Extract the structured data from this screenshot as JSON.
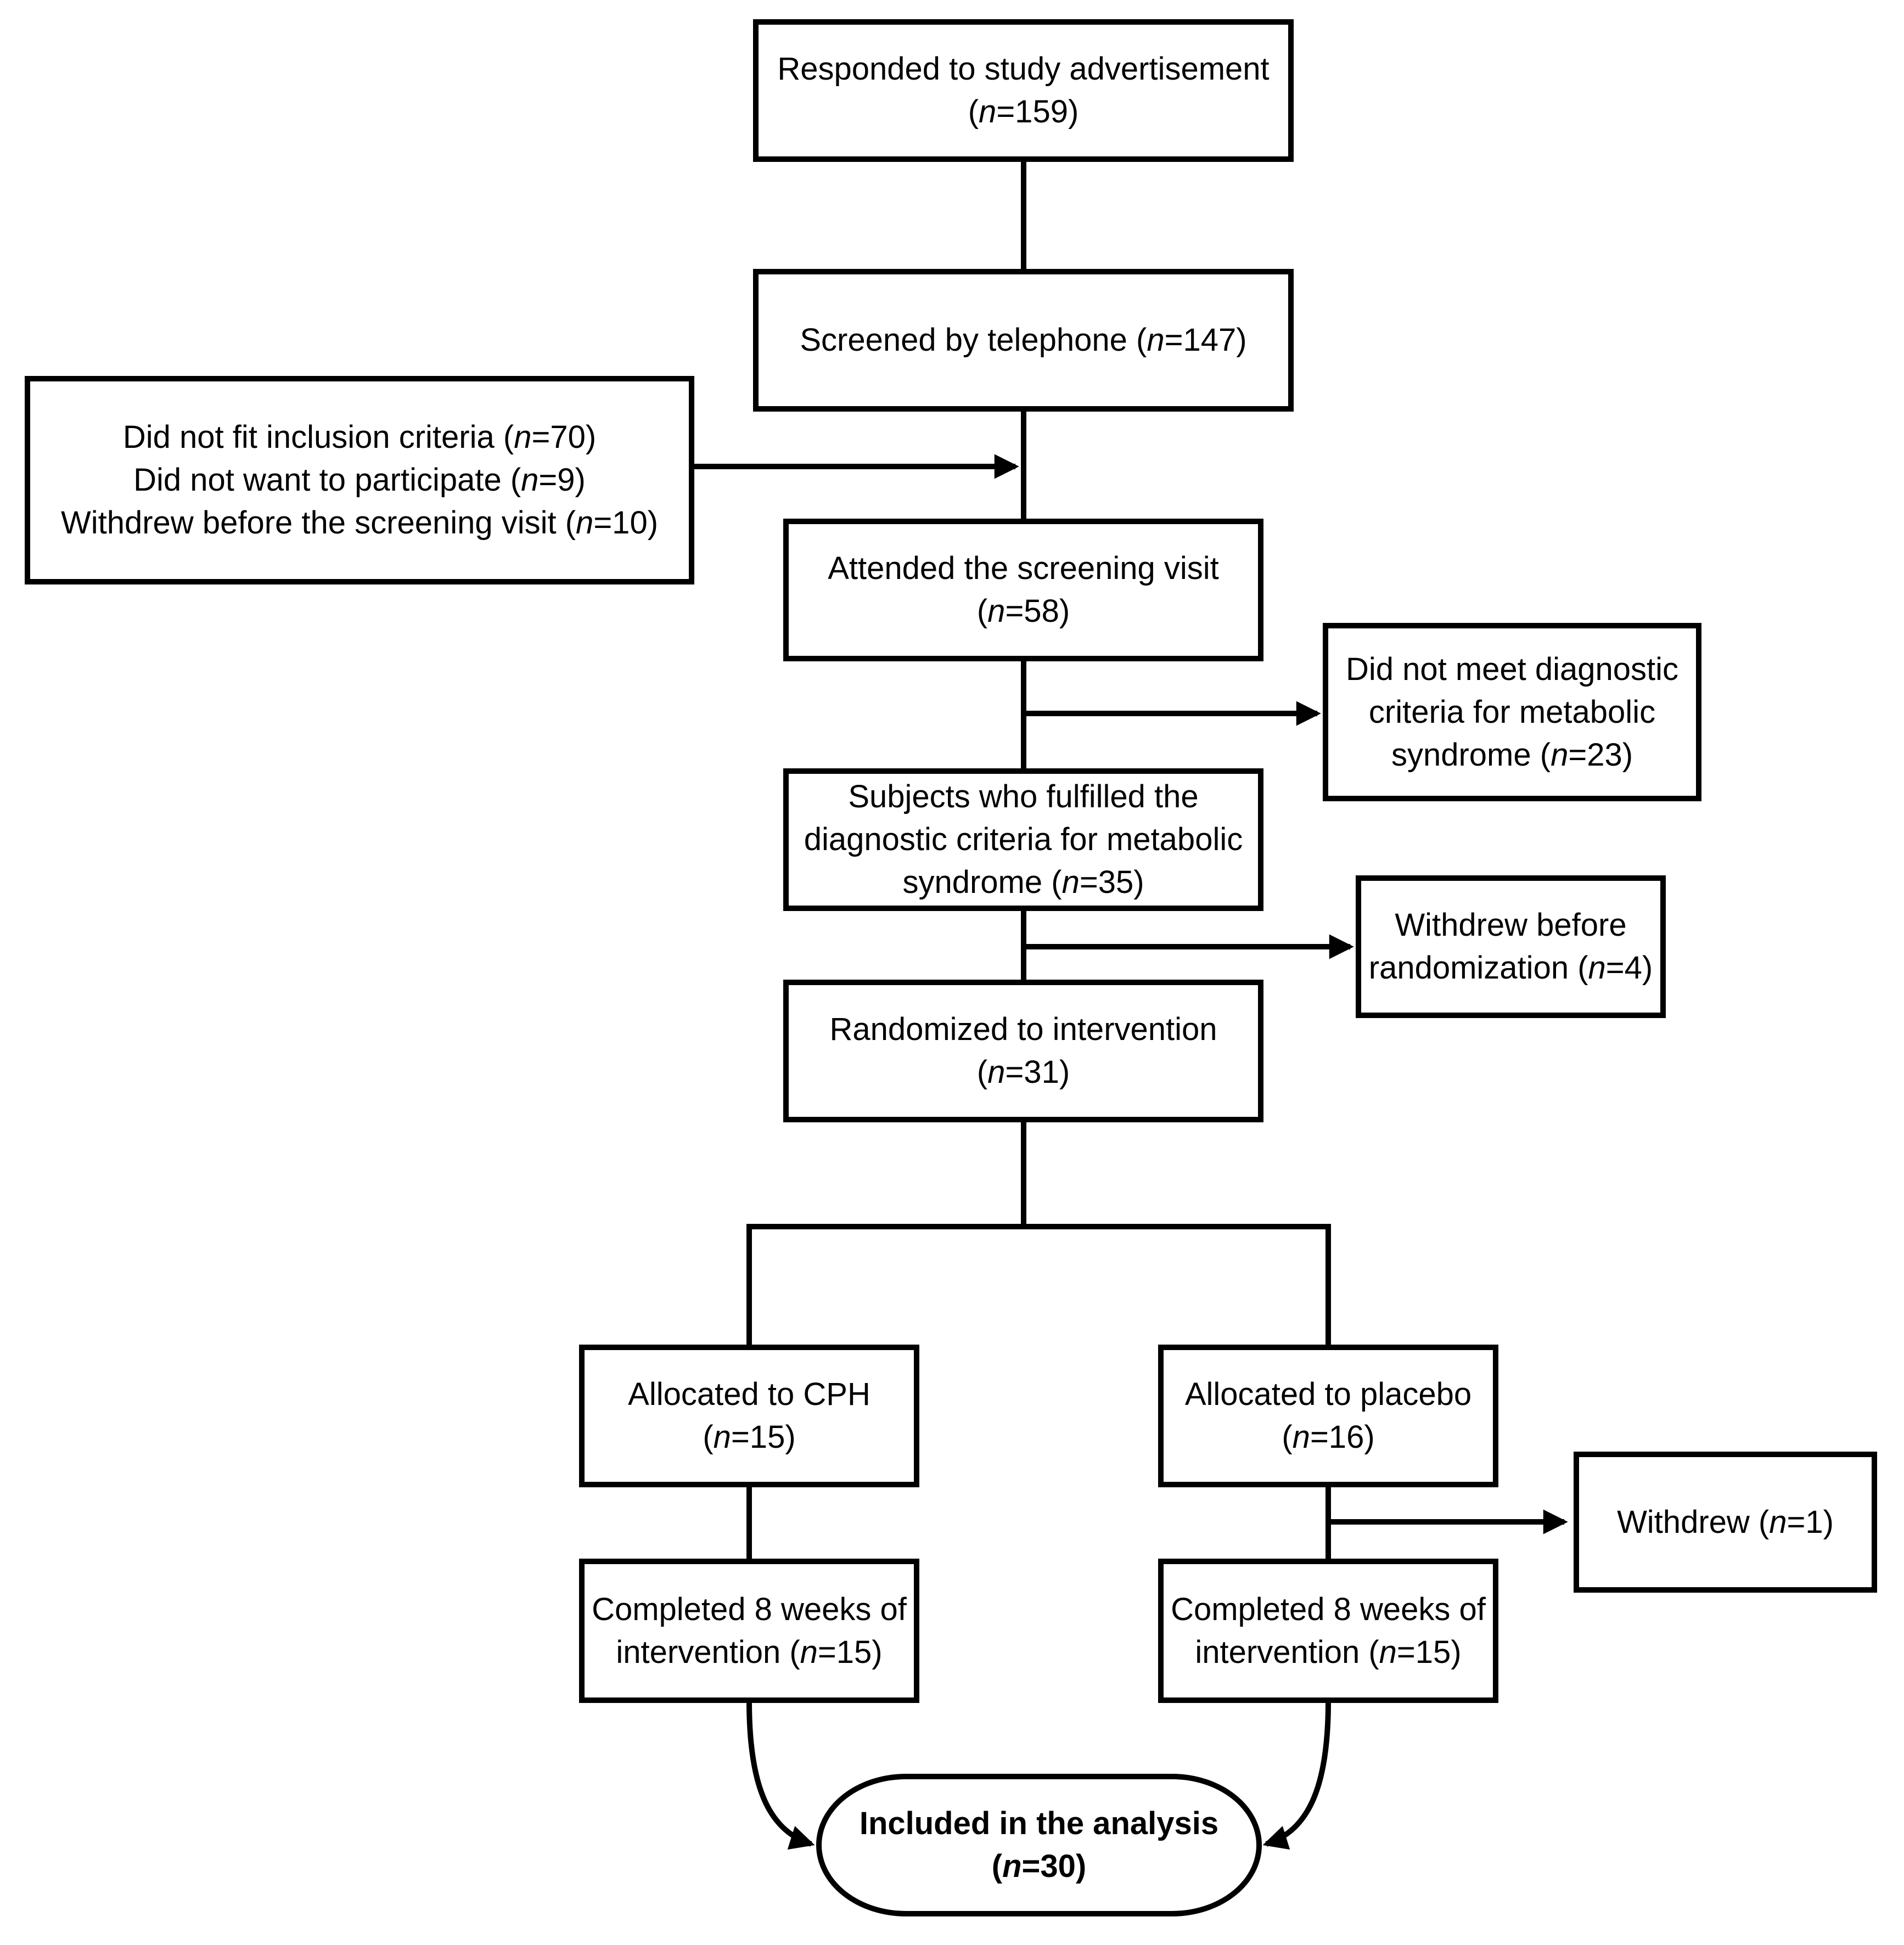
{
  "flowchart": {
    "colors": {
      "line": "#000000",
      "background": "#ffffff",
      "box_fill": "#ffffff"
    },
    "nodes": {
      "responded": {
        "lines": [
          "Responded to study advertisement",
          "(n=159)"
        ]
      },
      "screened": {
        "lines": [
          "Screened by telephone (n=147)"
        ]
      },
      "phone_exclusions": {
        "lines": [
          "Did not fit inclusion criteria (n=70)",
          "Did not want to participate (n=9)",
          "Withdrew before the screening visit (n=10)"
        ]
      },
      "attended": {
        "lines": [
          "Attended the screening visit",
          "(n=58)"
        ]
      },
      "not_meet_criteria": {
        "lines": [
          "Did not meet diagnostic",
          "criteria for metabolic",
          "syndrome (n=23)"
        ]
      },
      "fulfilled": {
        "lines": [
          "Subjects who fulfilled the",
          "diagnostic criteria for metabolic",
          "syndrome (n=35)"
        ]
      },
      "withdrew_before_randomization": {
        "lines": [
          "Withdrew before",
          "randomization (n=4)"
        ]
      },
      "randomized": {
        "lines": [
          "Randomized to intervention",
          "(n=31)"
        ]
      },
      "allocated_cph": {
        "lines": [
          "Allocated to CPH",
          "(n=15)"
        ]
      },
      "allocated_placebo": {
        "lines": [
          "Allocated to placebo",
          "(n=16)"
        ]
      },
      "withdrew": {
        "lines": [
          "Withdrew (n=1)"
        ]
      },
      "completed_cph": {
        "lines": [
          "Completed 8 weeks of",
          "intervention (n=15)"
        ]
      },
      "completed_placebo": {
        "lines": [
          "Completed 8 weeks of",
          "intervention (n=15)"
        ]
      },
      "included": {
        "lines": [
          "Included in the analysis",
          "(n=30)"
        ]
      }
    }
  }
}
